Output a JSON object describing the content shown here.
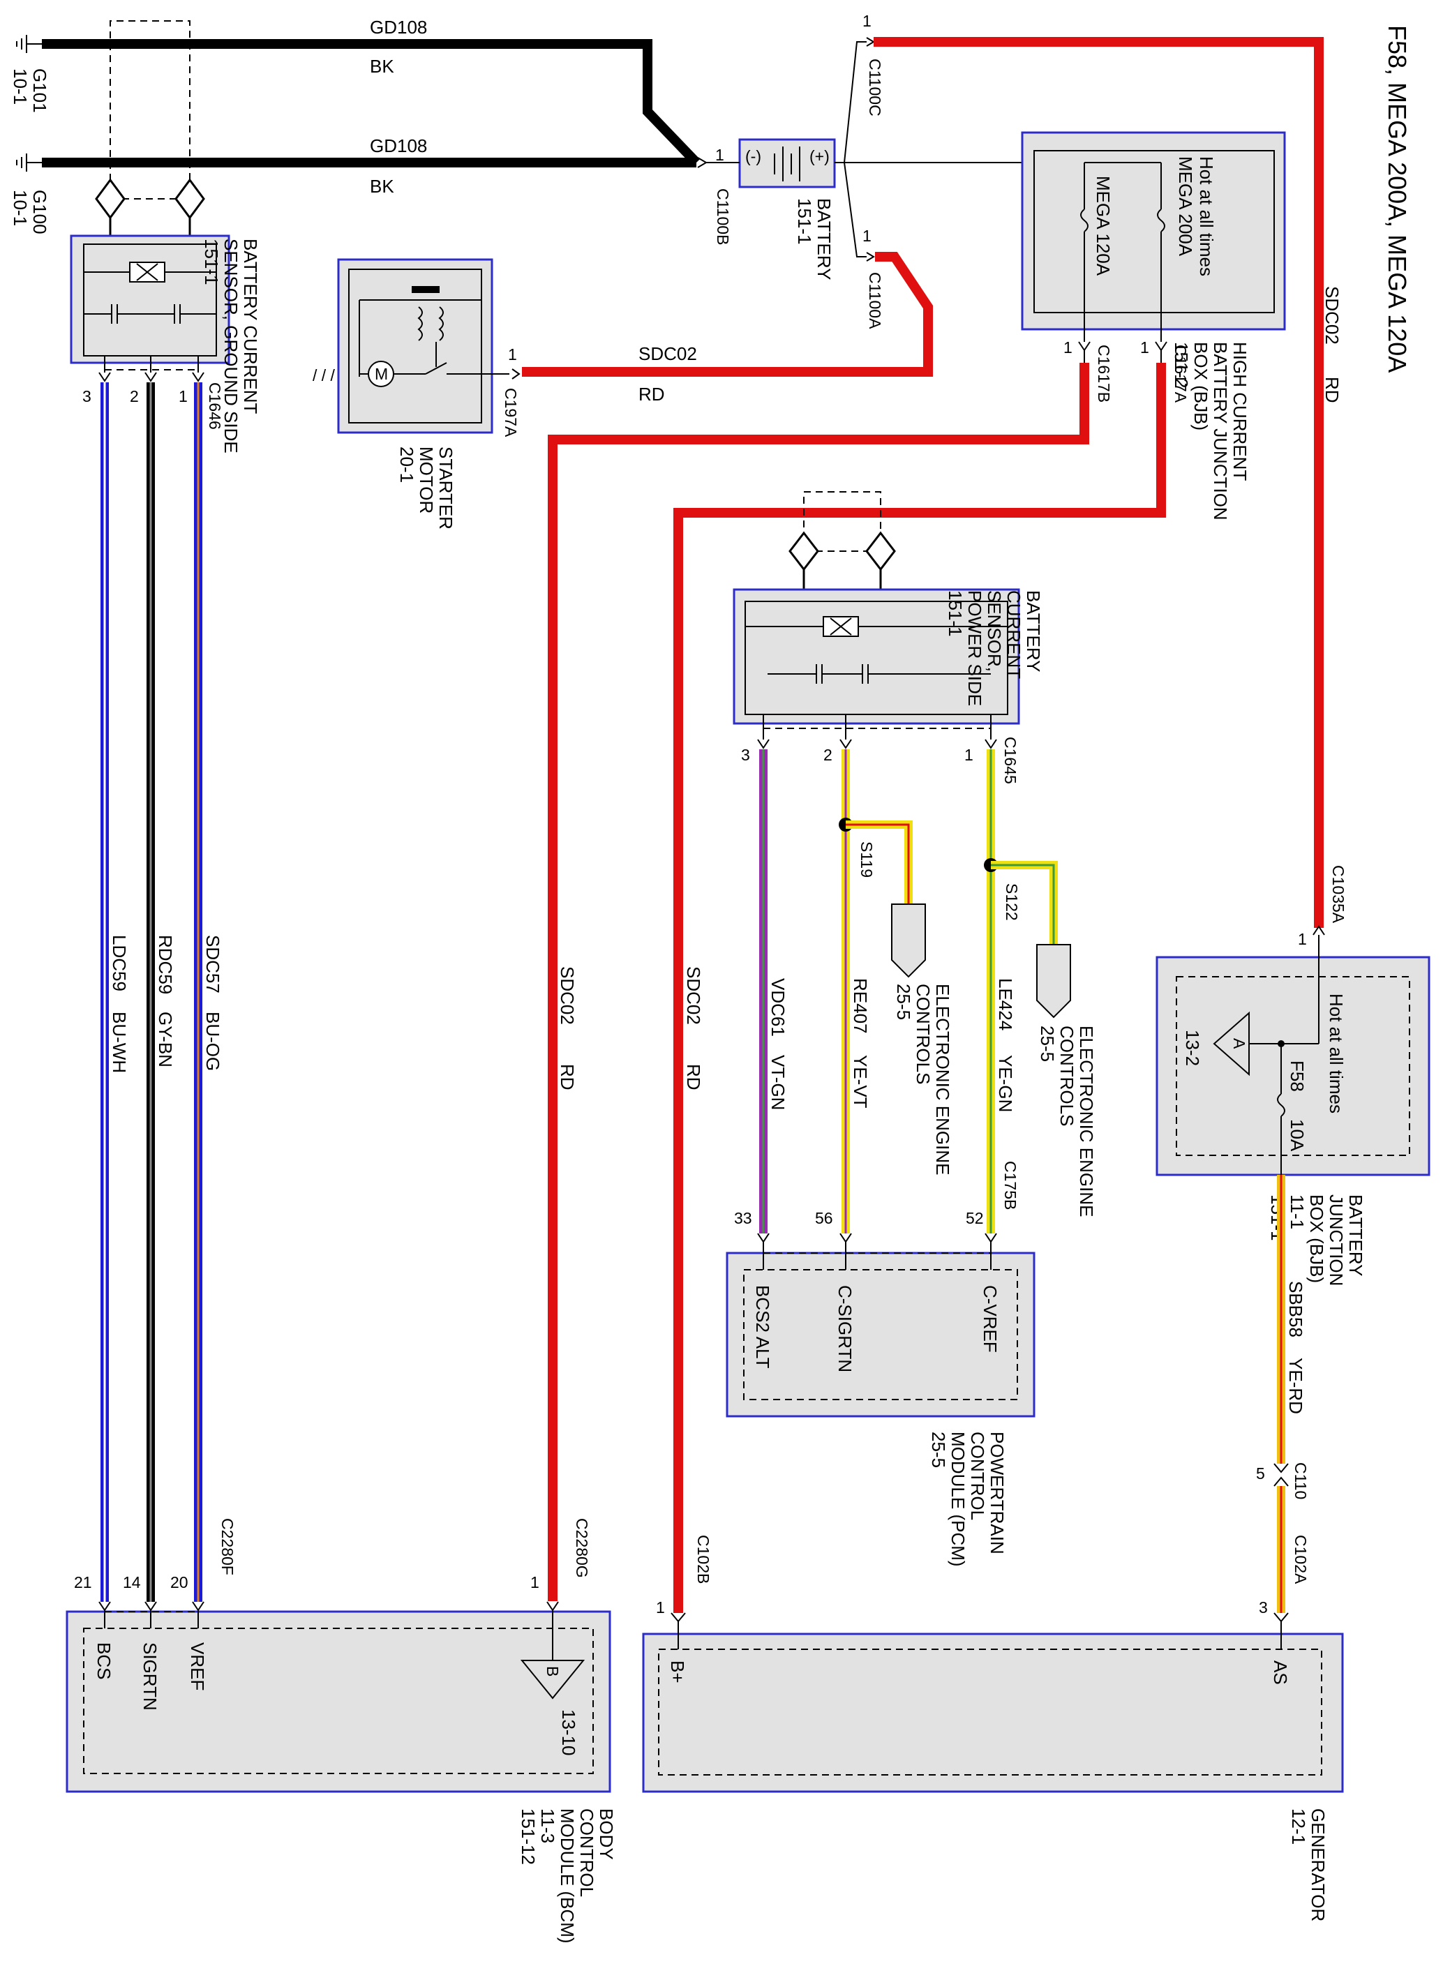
{
  "title": "F58, MEGA 200A, MEGA 120A",
  "grounds": {
    "g101": {
      "id": "G101",
      "ref": "10-1"
    },
    "g100": {
      "id": "G100",
      "ref": "10-1"
    }
  },
  "wires_top": {
    "gd108_a": {
      "circuit": "GD108",
      "color": "BK"
    },
    "gd108_b": {
      "circuit": "GD108",
      "color": "BK"
    },
    "sdc02_starter": {
      "circuit": "SDC02",
      "color": "RD"
    },
    "sdc02_right": {
      "circuit": "SDC02",
      "color": "RD"
    }
  },
  "battery": {
    "label": "BATTERY",
    "ref": "151-1",
    "neg": "(-)",
    "pos": "(+)",
    "c_neg": "C1100B",
    "c_pos1": "C1100C",
    "c_pos2": "C1100A",
    "pin": "1"
  },
  "bcs_ground": {
    "l1": "BATTERY CURRENT",
    "l2": "SENSOR, GROUND SIDE",
    "l3": "151-1",
    "connector": "C1646",
    "pins": [
      "3",
      "2",
      "1"
    ]
  },
  "starter": {
    "l1": "STARTER",
    "l2": "MOTOR",
    "l3": "20-1",
    "connector": "C197A",
    "pin": "1"
  },
  "hcbjb": {
    "l1": "HIGH CURRENT",
    "l2": "BATTERY JUNCTION",
    "l3": "BOX (BJB)",
    "l4": "151-2",
    "hot": "Hot at all times",
    "fuse1": "MEGA 200A",
    "fuse2": "MEGA 120A",
    "c1": "C1617B",
    "c2": "C1617A",
    "pin": "1"
  },
  "bcs_power": {
    "l1": "BATTERY",
    "l2": "CURRENT",
    "l3": "SENSOR,",
    "l4": "POWER SIDE",
    "l5": "151-1",
    "connector": "C1645",
    "pins": [
      "3",
      "2",
      "1"
    ]
  },
  "splices": {
    "s119": {
      "id": "S119",
      "l1": "ELECTRONIC ENGINE",
      "l2": "CONTROLS",
      "l3": "25-5"
    },
    "s122": {
      "id": "S122",
      "l1": "ELECTRONIC ENGINE",
      "l2": "CONTROLS",
      "l3": "25-5"
    }
  },
  "wires_mid": {
    "ldc59": {
      "circuit": "LDC59",
      "color": "BU-WH"
    },
    "rdc59": {
      "circuit": "RDC59",
      "color": "GY-BN"
    },
    "sdc57": {
      "circuit": "SDC57",
      "color": "BU-OG"
    },
    "sdc02_a": {
      "circuit": "SDC02",
      "color": "RD"
    },
    "sdc02_b": {
      "circuit": "SDC02",
      "color": "RD"
    },
    "vdc61": {
      "circuit": "VDC61",
      "color": "VT-GN"
    },
    "re407": {
      "circuit": "RE407",
      "color": "YE-VT"
    },
    "le424": {
      "circuit": "LE424",
      "color": "YE-GN"
    },
    "sbb58": {
      "circuit": "SBB58",
      "color": "YE-RD"
    }
  },
  "bjb": {
    "l1": "BATTERY",
    "l2": "JUNCTION",
    "l3": "BOX (BJB)",
    "l4": "11-1",
    "l5": "151-1",
    "hot": "Hot at all times",
    "fuse": "F58",
    "amp": "10A",
    "ref": "13-2",
    "tri": "A",
    "connector": "C1035A",
    "pin": "1"
  },
  "pcm": {
    "l1": "POWERTRAIN",
    "l2": "CONTROL",
    "l3": "MODULE (PCM)",
    "l4": "25-5",
    "connector": "C175B",
    "pins": [
      "33",
      "56",
      "52"
    ],
    "labels": [
      "BCS2 ALT",
      "C-SIGRTN",
      "C-VREF"
    ]
  },
  "bcm": {
    "l1": "BODY",
    "l2": "CONTROL",
    "l3": "MODULE (BCM)",
    "l4": "11-3",
    "l5": "151-12",
    "connector1": "C2280F",
    "connector2": "C2280G",
    "pins": [
      "21",
      "14",
      "20",
      "1"
    ],
    "labels": [
      "BCS",
      "SIGRTN",
      "VREF"
    ],
    "tri": "B",
    "ref": "13-10"
  },
  "generator": {
    "l1": "GENERATOR",
    "l2": "12-1",
    "c1": "C102B",
    "c2": "C102A",
    "pin1": "1",
    "pin2": "3",
    "b_plus": "B+",
    "as": "AS"
  },
  "c110": {
    "id": "C110",
    "pin": "5"
  }
}
